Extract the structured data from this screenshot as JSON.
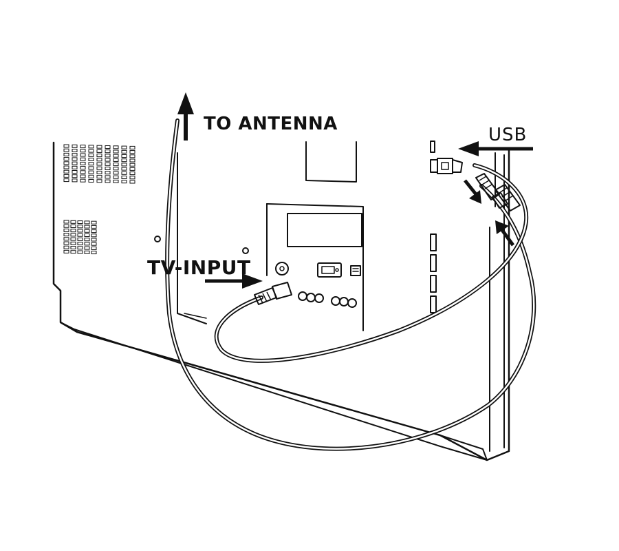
{
  "labels": {
    "antenna": "TO ANTENNA",
    "tv_input": "TV-INPUT",
    "usb": "USB"
  },
  "colors": {
    "ink": "#111111",
    "paper": "#ffffff"
  },
  "icons": {
    "arrows": "arrow-icon",
    "connectors": "plug-icon"
  }
}
